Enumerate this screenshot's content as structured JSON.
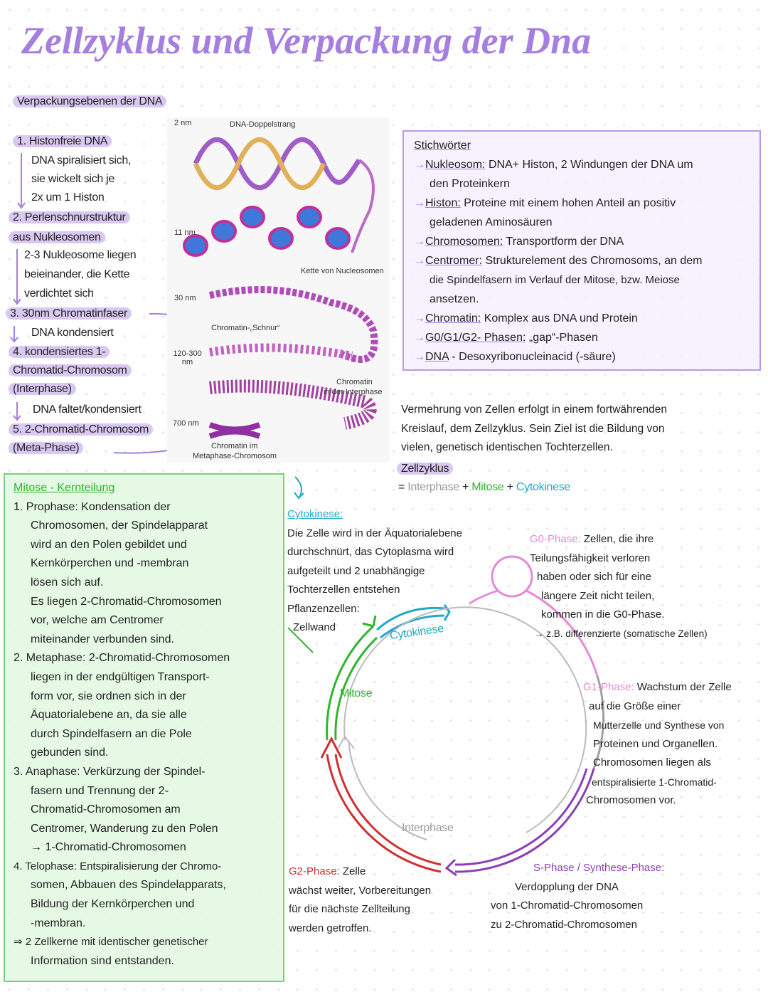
{
  "title": "Zellzyklus und Verpackung der Dna",
  "packaging": {
    "heading": "Verpackungsebenen der DNA",
    "steps": [
      {
        "label": "1. Histonfreie DNA",
        "note": [
          "DNA spiralisiert sich,",
          "sie wickelt sich je",
          "2x um 1 Histon"
        ]
      },
      {
        "label": [
          "2. Perlenschnurstruktur",
          "aus Nukleosomen"
        ],
        "note": [
          "2-3 Nukleosome liegen",
          "beieinander, die Kette",
          "verdichtet sich"
        ]
      },
      {
        "label": "3. 30nm Chromatinfaser",
        "note": [
          "DNA kondensiert"
        ]
      },
      {
        "label": [
          "4. kondensiertes 1-",
          "Chromatid-Chromosom",
          "(Interphase)"
        ],
        "note": [
          "DNA faltet/kondensiert"
        ]
      },
      {
        "label": [
          "5. 2-Chromatid-Chromosom",
          "(Meta-Phase)"
        ]
      }
    ]
  },
  "figure": {
    "labels": {
      "nm2": "2 nm",
      "dna": "DNA-Doppelstrang",
      "nm11": "11 nm",
      "kette": "Kette von Nucleosomen",
      "nm30": "30 nm",
      "schnur": "Chromatin-„Schnur“",
      "nm120": "120-300 nm",
      "interphase": [
        "Chromatin",
        "in der Interphase"
      ],
      "nm700": "700 nm",
      "meta": [
        "Chromatin im",
        "Metaphase-Chromosom"
      ]
    }
  },
  "glossary": {
    "heading": "Stichwörter",
    "items": [
      {
        "term": "Nukleosom:",
        "text": [
          "DNA+ Histon, 2 Windungen der DNA um",
          "den Proteinkern"
        ]
      },
      {
        "term": "Histon:",
        "text": [
          "Proteine mit einem hohen Anteil an positiv",
          "geladenen Aminosäuren"
        ]
      },
      {
        "term": "Chromosomen:",
        "text": [
          "Transportform der DNA"
        ]
      },
      {
        "term": "Centromer:",
        "text": [
          "Strukturelement des Chromosoms, an dem",
          "die Spindelfasern im Verlauf der Mitose, bzw. Meiose",
          "ansetzen."
        ]
      },
      {
        "term": "Chromatin:",
        "text": [
          "Komplex aus DNA und Protein"
        ]
      },
      {
        "term": "G0/G1/G2- Phasen:",
        "text": [
          "„gap“-Phasen"
        ]
      },
      {
        "term": "DNA",
        "text": [
          "- Desoxyribonucleinacid (-säure)"
        ]
      }
    ]
  },
  "intro": [
    "Vermehrung von Zellen erfolgt in einem fortwährenden",
    "Kreislauf, dem Zellzyklus. Sein Ziel ist die Bildung von",
    "vielen, genetisch identischen Tochterzellen."
  ],
  "cycle": {
    "heading": "Zellzyklus",
    "formula": {
      "eq": "=",
      "interphase": "Interphase",
      "plus": "+",
      "mitose": "Mitose",
      "cytokinese": "Cytokinese"
    },
    "labels": {
      "cytokinese": "Cytokinese",
      "mitose": "Mitose",
      "interphase": "Interphase"
    },
    "cytokinese_note": {
      "title": "Cytokinese:",
      "text": [
        "Die Zelle wird in der Äquatorialebene",
        "durchschnürt, das Cytoplasma wird",
        "aufgeteilt und 2 unabhängige",
        "Tochterzellen entstehen",
        "Pflanzenzellen:",
        "Zellwand"
      ]
    },
    "g0": {
      "title": "G0-Phase:",
      "text": [
        "Zellen, die ihre",
        "Teilungsfähigkeit verloren",
        "haben oder sich für eine",
        "längere Zeit nicht teilen,",
        "kommen in die G0-Phase.",
        "→ z.B. differenzierte (somatische Zellen)"
      ]
    },
    "g1": {
      "title": "G1-Phase:",
      "text": [
        "Wachstum der Zelle",
        "auf die Größe einer",
        "Mutterzelle und Synthese von",
        "Proteinen und Organellen.",
        "Chromosomen liegen als",
        "entspiralisierte 1-Chromatid-",
        "Chromosomen vor."
      ]
    },
    "s": {
      "title": "S-Phase / Synthese-Phase:",
      "text": [
        "Verdopplung der DNA",
        "von 1-Chromatid-Chromosomen",
        "zu 2-Chromatid-Chromosomen"
      ]
    },
    "g2": {
      "title": "G2-Phase:",
      "text": [
        "Zelle",
        "wächst weiter, Vorbereitungen",
        "für die nächste Zellteilung",
        "werden getroffen."
      ]
    }
  },
  "mitose": {
    "heading": "Mitose - Kernteilung",
    "lines": [
      "1. Prophase: Kondensation der",
      "Chromosomen, der Spindelapparat",
      "wird an den Polen gebildet und",
      "Kernkörperchen und -membran",
      "lösen sich auf.",
      "Es liegen 2-Chromatid-Chromosomen",
      "vor, welche am Centromer",
      "miteinander verbunden sind.",
      "2. Metaphase: 2-Chromatid-Chromosomen",
      "liegen in der endgültigen Transport-",
      "form vor, sie ordnen sich in der",
      "Äquatorialebene an, da sie alle",
      "durch Spindelfasern an die Pole",
      "gebunden sind.",
      "3. Anaphase: Verkürzung der Spindel-",
      "fasern und Trennung der 2-",
      "Chromatid-Chromosomen am",
      "Centromer, Wanderung zu den Polen",
      "→ 1-Chromatid-Chromosomen",
      "4. Telophase: Entspiralisierung der Chromo-",
      "somen, Abbauen des Spindelapparats,",
      "Bildung der Kernkörperchen und",
      "-membran.",
      "⇒ 2 Zellkerne mit identischer genetischer",
      "Information sind entstanden."
    ]
  },
  "colors": {
    "purple": "#a57ee0",
    "green": "#2fb52f",
    "cyan": "#1fa8c8",
    "pink": "#e58ad6",
    "red": "#d03030",
    "violet": "#8a3fb5"
  }
}
